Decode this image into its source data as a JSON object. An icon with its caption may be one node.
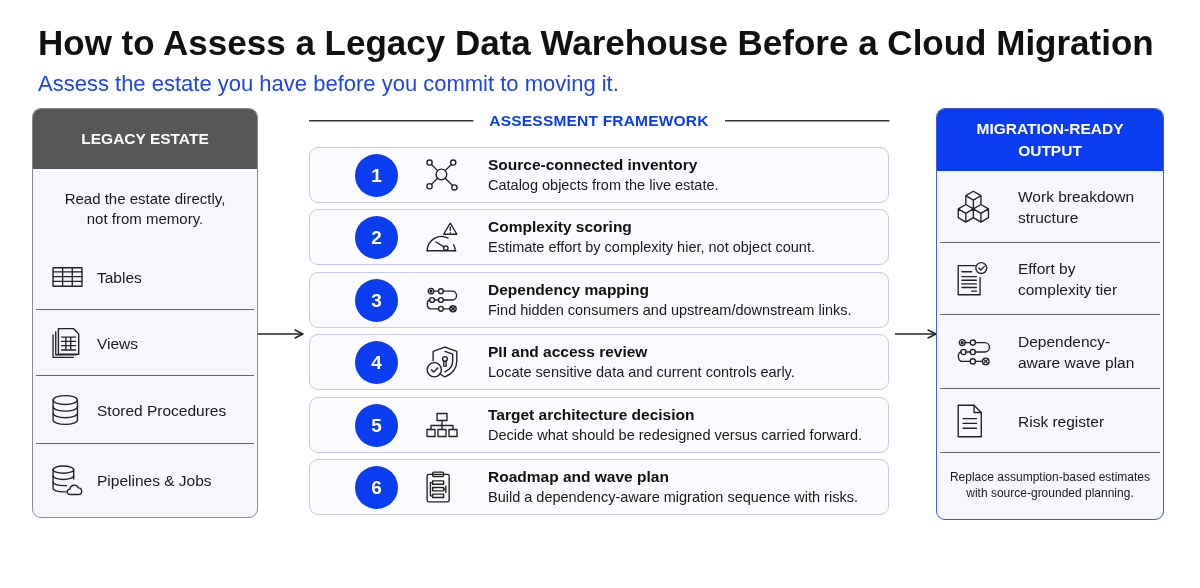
{
  "diagram": {
    "title": "How to Assess a Legacy Data Warehouse Before a Cloud Migration",
    "nodes": [
      {
        "text": [
          "LEGACY ESTATE",
          "Read the estate directly, not from memory."
        ]
      },
      {
        "text": [
          "Tables"
        ],
        "in": 0
      },
      {
        "text": [
          "Views"
        ],
        "in": 0
      },
      {
        "text": [
          "Stored Procedures"
        ],
        "in": 0
      },
      {
        "text": [
          "Pipelines & Jobs"
        ],
        "in": 0
      },
      {
        "text": [
          "ASSESSMENT FRAMEWORK"
        ]
      },
      {
        "text": [
          "Source-connected inventory",
          "Catalog objects from the live estate."
        ],
        "in": 5
      },
      {
        "text": [
          "1"
        ],
        "in": 6
      },
      {
        "text": [
          "Complexity scoring",
          "Estimate effort by complexity hier, not object count."
        ],
        "in": 5
      },
      {
        "text": [
          "2"
        ],
        "in": 8
      },
      {
        "text": [
          "Dependency mapping",
          "Find hidden consumers and upstream/downstream links."
        ],
        "in": 5
      },
      {
        "text": [
          "3"
        ],
        "in": 10
      },
      {
        "text": [
          "PII and access review",
          "Locate sensitive data and current controls early."
        ],
        "in": 5
      },
      {
        "text": [
          "4"
        ],
        "in": 12
      },
      {
        "text": [
          "Target architecture decision",
          "Decide what should be redesigned versus carried forward."
        ],
        "in": 5
      },
      {
        "text": [
          "5"
        ],
        "in": 14
      },
      {
        "text": [
          "Roadmap and wave plan",
          "Build a dependency-aware migration sequence with risks."
        ],
        "in": 5
      },
      {
        "text": [
          "6"
        ],
        "in": 16
      },
      {
        "text": [
          "MIGRATION-READY OUTPUT",
          "Replace assumption-based estimates with source-grounded planning."
        ]
      },
      {
        "text": [
          "Work breakdown structure"
        ],
        "in": 18
      },
      {
        "text": [
          "Effort by complexity tier"
        ],
        "in": 18
      },
      {
        "text": [
          "Dependency-aware wave plan"
        ],
        "in": 18
      },
      {
        "text": [
          "Risk register"
        ],
        "in": 18
      }
    ],
    "edges": [
      {
        "from": 0,
        "to": 5,
        "arrow": "to"
      },
      {
        "from": 5,
        "to": 18,
        "arrow": "to"
      }
    ],
    "labels": [
      "Assess the estate you have before you commit to moving it."
    ]
  }
}
